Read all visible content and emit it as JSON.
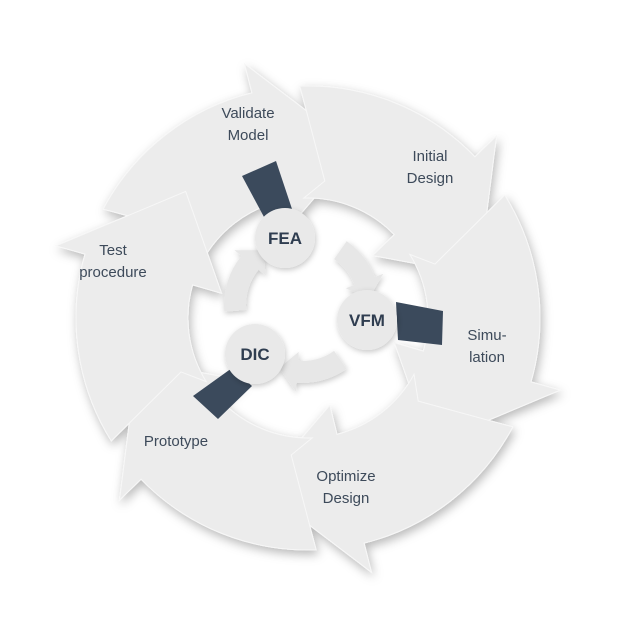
{
  "diagram": {
    "outer_cycle": [
      {
        "id": "validate-model",
        "lines": [
          "Validate",
          "Model"
        ]
      },
      {
        "id": "initial-design",
        "lines": [
          "Initial",
          "Design"
        ]
      },
      {
        "id": "simulation",
        "lines": [
          "Simu-",
          "lation"
        ]
      },
      {
        "id": "optimize-design",
        "lines": [
          "Optimize",
          "Design"
        ]
      },
      {
        "id": "prototype",
        "lines": [
          "Prototype"
        ]
      },
      {
        "id": "test-procedure",
        "lines": [
          "Test",
          "procedure"
        ]
      }
    ],
    "inner_cycle": [
      {
        "id": "fea",
        "label": "FEA"
      },
      {
        "id": "vfm",
        "label": "VFM"
      },
      {
        "id": "dic",
        "label": "DIC"
      }
    ],
    "colors": {
      "arrow_fill": "#ececec",
      "inner_arrow_fill": "#e7e7e7",
      "hub_fill": "#e9e9e9",
      "connector": "#3b4a5c",
      "text": "#3d4a5a"
    }
  }
}
